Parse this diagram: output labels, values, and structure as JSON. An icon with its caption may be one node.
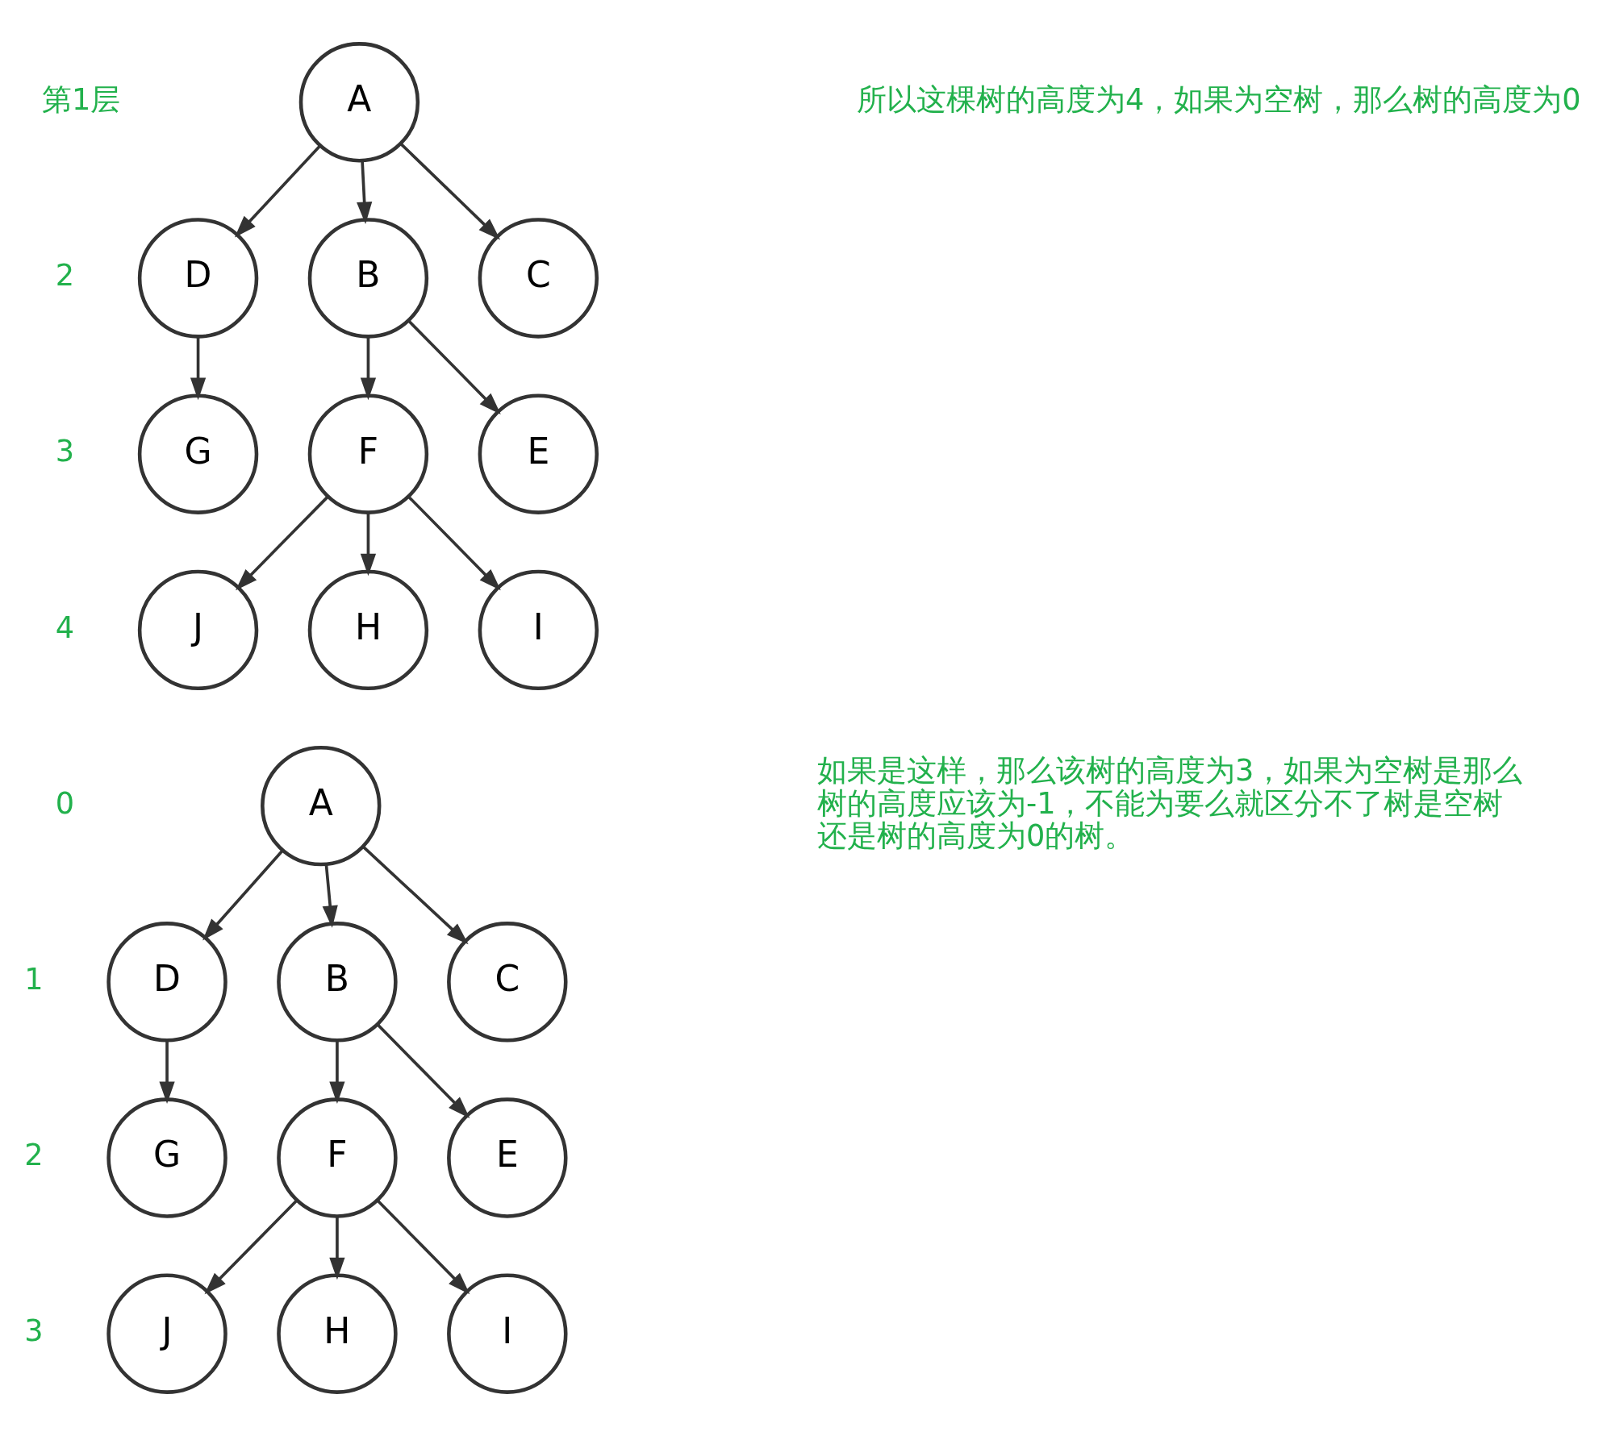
{
  "diagram": {
    "nodes": [
      {
        "text": [
          "A"
        ]
      },
      {
        "text": [
          "B"
        ]
      },
      {
        "text": [
          "C"
        ]
      },
      {
        "text": [
          "D"
        ]
      },
      {
        "text": [
          "E"
        ]
      },
      {
        "text": [
          "F"
        ]
      },
      {
        "text": [
          "G"
        ]
      },
      {
        "text": [
          "H"
        ]
      },
      {
        "text": [
          "I"
        ]
      },
      {
        "text": [
          "J"
        ]
      },
      {
        "text": [
          "A"
        ]
      },
      {
        "text": [
          "B"
        ]
      },
      {
        "text": [
          "C"
        ]
      },
      {
        "text": [
          "D"
        ]
      },
      {
        "text": [
          "E"
        ]
      },
      {
        "text": [
          "F"
        ]
      },
      {
        "text": [
          "G"
        ]
      },
      {
        "text": [
          "H"
        ]
      },
      {
        "text": [
          "I"
        ]
      },
      {
        "text": [
          "J"
        ]
      }
    ],
    "edges": [
      {
        "from": 0,
        "to": 1,
        "arrow": "to"
      },
      {
        "from": 0,
        "to": 2,
        "arrow": "to"
      },
      {
        "from": 0,
        "to": 3,
        "arrow": "to"
      },
      {
        "from": 1,
        "to": 4,
        "arrow": "to"
      },
      {
        "from": 1,
        "to": 5,
        "arrow": "to"
      },
      {
        "from": 3,
        "to": 6,
        "arrow": "to"
      },
      {
        "from": 5,
        "to": 7,
        "arrow": "to"
      },
      {
        "from": 5,
        "to": 8,
        "arrow": "to"
      },
      {
        "from": 5,
        "to": 9,
        "arrow": "to"
      },
      {
        "from": 10,
        "to": 11,
        "arrow": "to"
      },
      {
        "from": 10,
        "to": 12,
        "arrow": "to"
      },
      {
        "from": 10,
        "to": 13,
        "arrow": "to"
      },
      {
        "from": 11,
        "to": 14,
        "arrow": "to"
      },
      {
        "from": 11,
        "to": 15,
        "arrow": "to"
      },
      {
        "from": 13,
        "to": 16,
        "arrow": "to"
      },
      {
        "from": 15,
        "to": 17,
        "arrow": "to"
      },
      {
        "from": 15,
        "to": 18,
        "arrow": "to"
      },
      {
        "from": 15,
        "to": 19,
        "arrow": "to"
      }
    ],
    "labels": [
      "第1层",
      "所以这棵树的高度为4，如果为空树，那么树的高度为0",
      "2",
      "3",
      "4",
      "0",
      "如果是这样，那么该树的高度为3，如果为空树是那么树的高度应该为-1，不能为要么就区分不了树是空树还是树的高度为0的树。",
      "1",
      "2",
      "3"
    ]
  }
}
